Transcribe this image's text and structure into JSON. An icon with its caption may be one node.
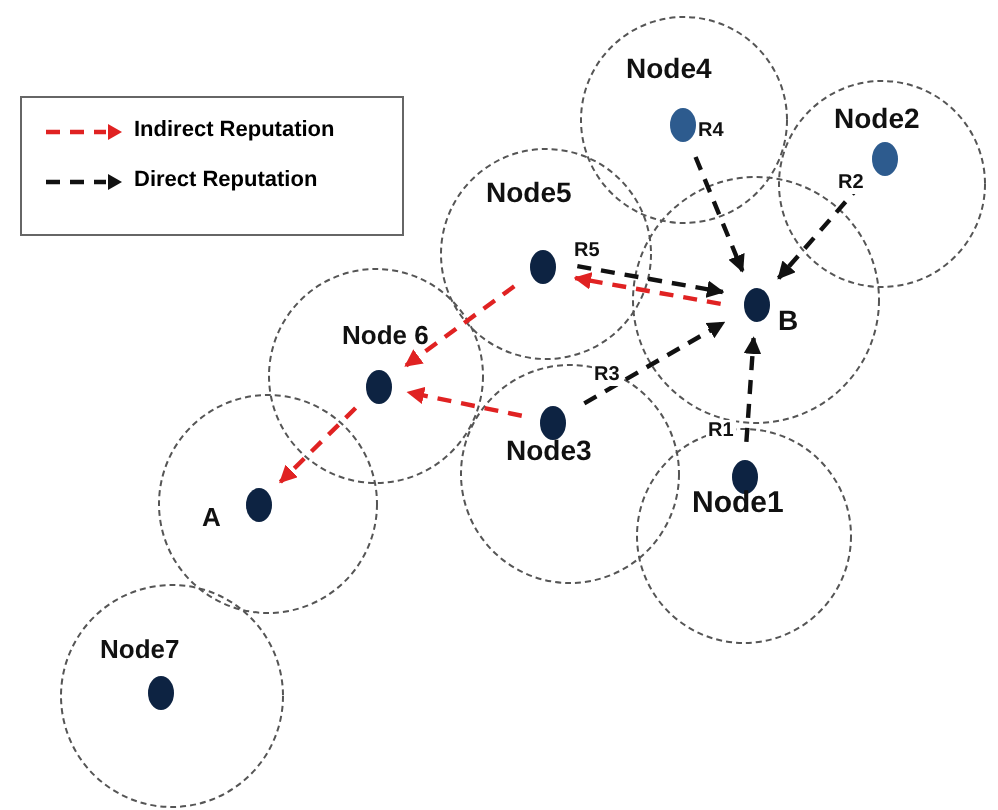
{
  "diagram": {
    "nodes": [
      {
        "text": [
          "Node4"
        ]
      },
      {
        "text": [],
        "shape": "circle",
        "in": 0
      },
      {
        "text": [
          "Node2"
        ]
      },
      {
        "text": [],
        "shape": "circle",
        "in": 2
      },
      {
        "text": [
          "Node5"
        ]
      },
      {
        "text": [],
        "shape": "circle",
        "in": 4
      },
      {
        "text": [
          "B"
        ]
      },
      {
        "text": [],
        "shape": "circle",
        "in": 6
      },
      {
        "text": [
          "Node 6"
        ]
      },
      {
        "text": [],
        "shape": "circle",
        "in": 8
      },
      {
        "text": [
          "Node3"
        ]
      },
      {
        "text": [],
        "shape": "circle",
        "in": 10
      },
      {
        "text": [
          "Node1"
        ]
      },
      {
        "text": [],
        "shape": "circle",
        "in": 12
      },
      {
        "text": [
          "A"
        ]
      },
      {
        "text": [],
        "shape": "circle",
        "in": 14
      },
      {
        "text": [
          "Node7"
        ]
      },
      {
        "text": [],
        "shape": "circle",
        "in": 16
      }
    ],
    "edges": [
      {
        "from": 1,
        "to": 7,
        "arrow": "to",
        "label": "R4",
        "style": "dashed"
      },
      {
        "from": 3,
        "to": 7,
        "arrow": "to",
        "label": "R2",
        "style": "dashed"
      },
      {
        "from": 5,
        "to": 7,
        "arrow": "to",
        "label": "R5",
        "style": "dashed"
      },
      {
        "from": 11,
        "to": 7,
        "arrow": "to",
        "label": "R3",
        "style": "dashed"
      },
      {
        "from": 13,
        "to": 7,
        "arrow": "to",
        "label": "R1",
        "style": "dashed"
      },
      {
        "from": 7,
        "to": 5,
        "arrow": "to",
        "style": "dashed",
        "color": "#e02222"
      },
      {
        "from": 5,
        "to": 9,
        "arrow": "to",
        "style": "dashed",
        "color": "#e02222"
      },
      {
        "from": 11,
        "to": 9,
        "arrow": "to",
        "style": "dashed",
        "color": "#e02222"
      },
      {
        "from": 9,
        "to": 15,
        "arrow": "to",
        "style": "dashed",
        "color": "#e02222"
      }
    ],
    "legend": [
      {
        "text": "Indirect Reputation"
      },
      {
        "text": "Direct Reputation"
      }
    ]
  }
}
